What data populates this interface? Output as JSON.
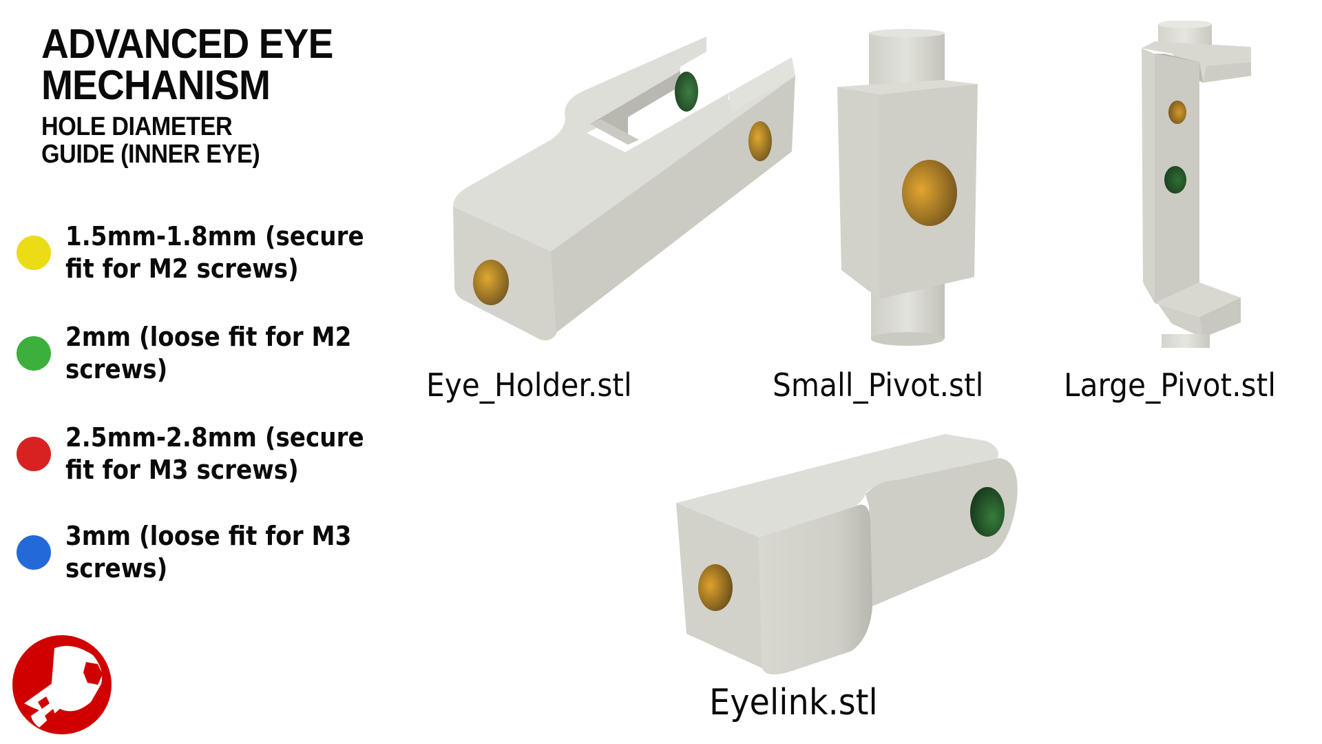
{
  "header": {
    "title_lines": [
      "ADVANCED EYE",
      "MECHANISM"
    ],
    "subtitle_lines": [
      "HOLE DIAMETER",
      "GUIDE (INNER EYE)"
    ]
  },
  "legend": {
    "items": [
      {
        "color": "#ECDC16",
        "lines": [
          "1.5mm-1.8mm (secure",
          "fit for M2 screws)"
        ]
      },
      {
        "color": "#3CAF3C",
        "lines": [
          "2mm (loose fit for M2",
          "screws)"
        ]
      },
      {
        "color": "#D82222",
        "lines": [
          "2.5mm-2.8mm (secure",
          "fit for M3 screws)"
        ]
      },
      {
        "color": "#2469D8",
        "lines": [
          "3mm (loose fit for M3",
          "screws)"
        ]
      }
    ]
  },
  "parts": [
    {
      "label": "Eye_Holder.stl",
      "icon": "eye-holder-render"
    },
    {
      "label": "Small_Pivot.stl",
      "icon": "small-pivot-render"
    },
    {
      "label": "Large_Pivot.stl",
      "icon": "large-pivot-render"
    },
    {
      "label": "Eyelink.stl",
      "icon": "eyelink-render"
    }
  ],
  "colors": {
    "part_body": "#D6D6CF",
    "part_shadow": "#C4C4BC",
    "part_highlight": "#E4E4DE",
    "hole_yellow": "#C8921C",
    "hole_green": "#2A6030",
    "logo_red": "#D10000"
  },
  "logo": {
    "icon": "bolt-logo-icon"
  }
}
